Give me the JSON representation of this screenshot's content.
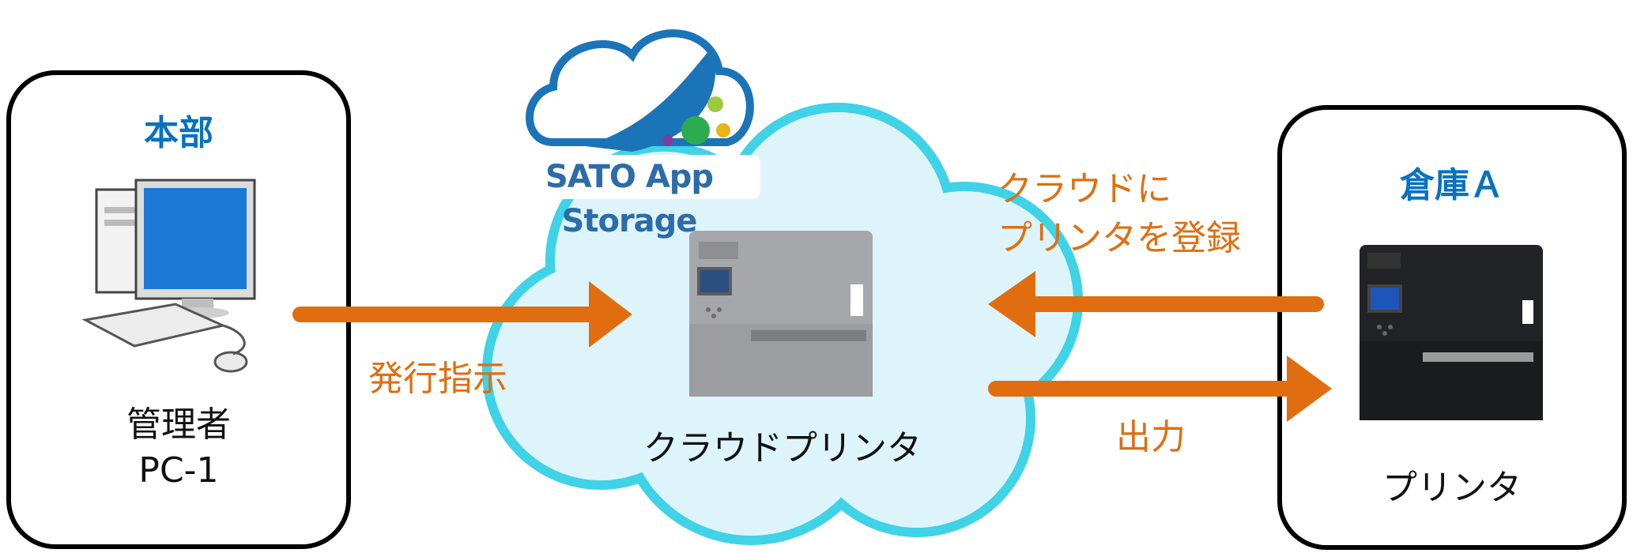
{
  "headquarters": {
    "title": "本部",
    "user_role": "管理者",
    "pc_name": "PC-1"
  },
  "cloud": {
    "brand": "SATO App Storage",
    "printer_label": "クラウドプリンタ"
  },
  "warehouse": {
    "title": "倉庫Ａ",
    "printer_label": "プリンタ"
  },
  "flows": {
    "issue": "発行指示",
    "register_line1": "クラウドに",
    "register_line2": "プリンタを登録",
    "output": "出力"
  },
  "colors": {
    "title_blue": "#0a72bd",
    "arrow_orange": "#e06e10",
    "cloud_fill": "#ddf4fb",
    "cloud_outline": "#40d2e6"
  },
  "icons": [
    "desktop-pc-icon",
    "cloud-printer-icon",
    "printer-icon",
    "sato-cloud-logo-icon"
  ]
}
